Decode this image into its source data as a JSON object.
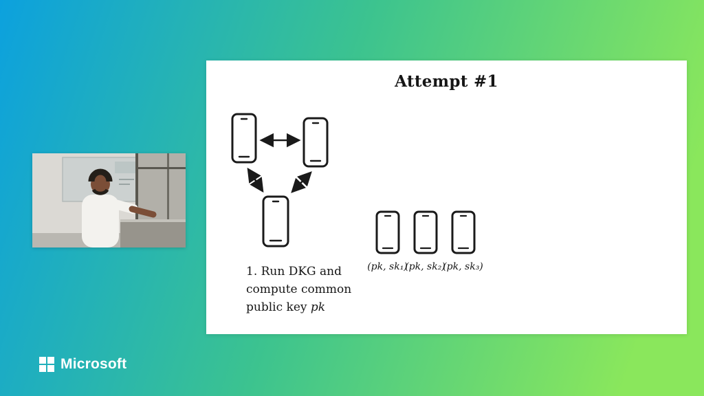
{
  "slide": {
    "title": "Attempt #1",
    "caption": {
      "line1": "1. Run DKG and",
      "line2": "compute common",
      "line3_prefix": "public key ",
      "line3_italic": "pk"
    },
    "key_labels": [
      "(pk, sk₁)",
      "(pk, sk₂)",
      "(pk, sk₃)"
    ]
  },
  "branding": {
    "name": "Microsoft"
  },
  "colors": {
    "grad_start": "#0ca1de",
    "grad_mid": "#3cc38f",
    "grad_end": "#8ae75c",
    "slide_bg": "#ffffff",
    "ink": "#161616",
    "brand_white": "#ffffff"
  }
}
